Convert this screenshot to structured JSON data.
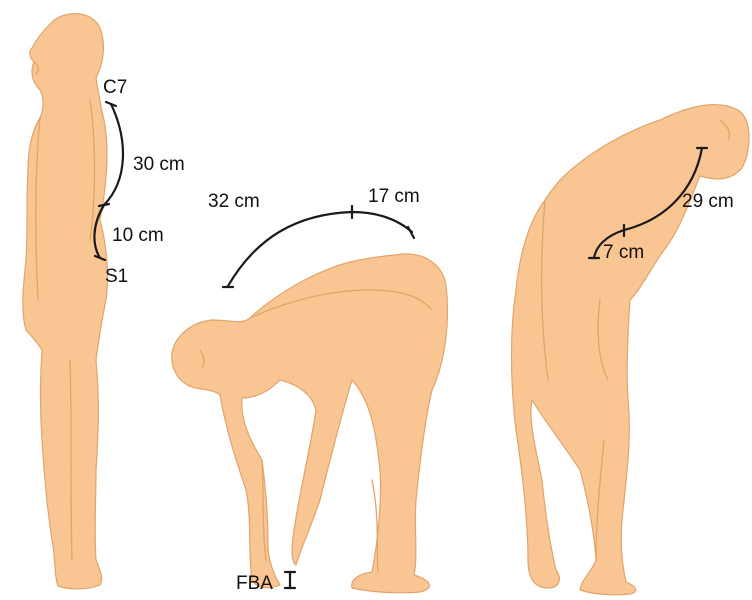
{
  "standing": {
    "landmark_top": "C7",
    "landmark_bottom": "S1",
    "segment_upper": "30 cm",
    "segment_lower": "10 cm"
  },
  "flexion": {
    "segment_upper": "32 cm",
    "segment_lower": "17 cm",
    "floor_distance": "FBA"
  },
  "extension": {
    "segment_upper": "29 cm",
    "segment_lower": "7 cm"
  },
  "colors": {
    "skin": "#F9C592",
    "skin_outline": "#E0A46C",
    "measure_line": "#1a1a1a"
  }
}
